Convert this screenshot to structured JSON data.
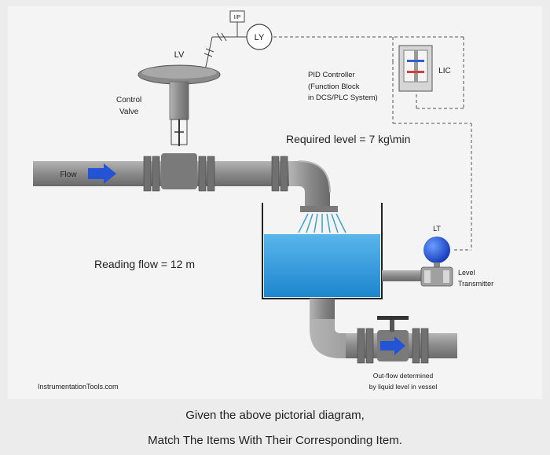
{
  "labels": {
    "ly": "LY",
    "ip": "I/P",
    "lv": "LV",
    "control_valve_line1": "Control",
    "control_valve_line2": "Valve",
    "flow": "Flow",
    "pid_line1": "PID Controller",
    "pid_line2": "(Function Block",
    "pid_line3": "in DCS/PLC System)",
    "lic": "LIC",
    "required_level": "Required level = 7 kg\\min",
    "lt": "LT",
    "level_transmitter_line1": "Level",
    "level_transmitter_line2": "Transmitter",
    "reading_flow": "Reading flow = 12 m",
    "outflow_line1": "Out-flow determined",
    "outflow_line2": "by liquid level in vessel",
    "website": "InstrumentationTools.com"
  },
  "question": {
    "line1": "Given the above pictorial diagram,",
    "line2": "Match The Items With Their Corresponding Item."
  },
  "colors": {
    "pipe": "#8e8e8e",
    "water": "#2f9ad8",
    "flow_arrow": "#2453d6",
    "transmitter_bulb": "#1f5fe0"
  }
}
